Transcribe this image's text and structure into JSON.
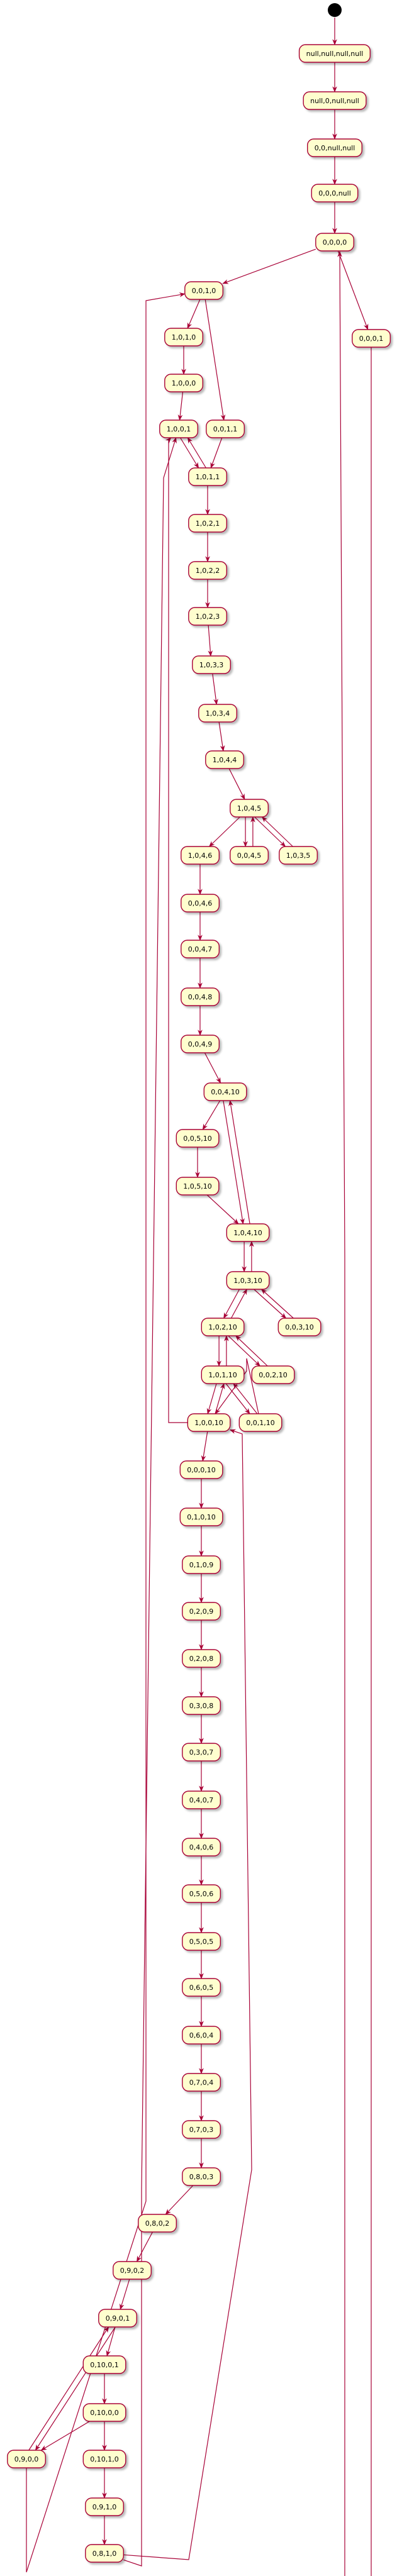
{
  "diagram": {
    "type": "state-diagram",
    "colors": {
      "node_fill": "#FEFECE",
      "node_stroke": "#A80036",
      "edge": "#A80036",
      "start": "#000000"
    },
    "nodes": [
      {
        "id": "n0",
        "label": "null,null,null,null"
      },
      {
        "id": "n1",
        "label": "null,0,null,null"
      },
      {
        "id": "n2",
        "label": "0,0,null,null"
      },
      {
        "id": "n3",
        "label": "0,0,0,null"
      },
      {
        "id": "n4",
        "label": "0,0,0,0"
      },
      {
        "id": "n5",
        "label": "0,0,1,0"
      },
      {
        "id": "n6",
        "label": "0,0,0,1"
      },
      {
        "id": "n7",
        "label": "1,0,1,0"
      },
      {
        "id": "n8",
        "label": "1,0,0,0"
      },
      {
        "id": "n9",
        "label": "1,0,0,1"
      },
      {
        "id": "n10",
        "label": "0,0,1,1"
      },
      {
        "id": "n11",
        "label": "1,0,1,1"
      },
      {
        "id": "n12",
        "label": "1,0,2,1"
      },
      {
        "id": "n13",
        "label": "1,0,2,2"
      },
      {
        "id": "n14",
        "label": "1,0,2,3"
      },
      {
        "id": "n15",
        "label": "1,0,3,3"
      },
      {
        "id": "n16",
        "label": "1,0,3,4"
      },
      {
        "id": "n17",
        "label": "1,0,4,4"
      },
      {
        "id": "n18",
        "label": "1,0,4,5"
      },
      {
        "id": "n19",
        "label": "1,0,4,6"
      },
      {
        "id": "n20",
        "label": "0,0,4,5"
      },
      {
        "id": "n21",
        "label": "1,0,3,5"
      },
      {
        "id": "n22",
        "label": "0,0,4,6"
      },
      {
        "id": "n23",
        "label": "0,0,4,7"
      },
      {
        "id": "n24",
        "label": "0,0,4,8"
      },
      {
        "id": "n25",
        "label": "0,0,4,9"
      },
      {
        "id": "n26",
        "label": "0,0,4,10"
      },
      {
        "id": "n27",
        "label": "0,0,5,10"
      },
      {
        "id": "n28",
        "label": "1,0,5,10"
      },
      {
        "id": "n29",
        "label": "1,0,4,10"
      },
      {
        "id": "n30",
        "label": "1,0,3,10"
      },
      {
        "id": "n31",
        "label": "0,0,3,10"
      },
      {
        "id": "n32",
        "label": "1,0,2,10"
      },
      {
        "id": "n33",
        "label": "0,0,2,10"
      },
      {
        "id": "n34",
        "label": "1,0,1,10"
      },
      {
        "id": "n35",
        "label": "0,0,1,10"
      },
      {
        "id": "n36",
        "label": "1,0,0,10"
      },
      {
        "id": "n37",
        "label": "0,0,0,10"
      },
      {
        "id": "n38",
        "label": "0,1,0,10"
      },
      {
        "id": "n39",
        "label": "0,1,0,9"
      },
      {
        "id": "n40",
        "label": "0,2,0,9"
      },
      {
        "id": "n41",
        "label": "0,2,0,8"
      },
      {
        "id": "n42",
        "label": "0,3,0,8"
      },
      {
        "id": "n43",
        "label": "0,3,0,7"
      },
      {
        "id": "n44",
        "label": "0,4,0,7"
      },
      {
        "id": "n45",
        "label": "0,4,0,6"
      },
      {
        "id": "n46",
        "label": "0,5,0,6"
      },
      {
        "id": "n47",
        "label": "0,5,0,5"
      },
      {
        "id": "n48",
        "label": "0,6,0,5"
      },
      {
        "id": "n49",
        "label": "0,6,0,4"
      },
      {
        "id": "n50",
        "label": "0,7,0,4"
      },
      {
        "id": "n51",
        "label": "0,7,0,3"
      },
      {
        "id": "n52",
        "label": "0,8,0,3"
      },
      {
        "id": "n53",
        "label": "0,8,0,2"
      },
      {
        "id": "n54",
        "label": "0,9,0,2"
      },
      {
        "id": "n55",
        "label": "0,9,0,1"
      },
      {
        "id": "n56",
        "label": "0,10,0,1"
      },
      {
        "id": "n57",
        "label": "0,10,0,0"
      },
      {
        "id": "n58",
        "label": "0,9,0,0"
      },
      {
        "id": "n59",
        "label": "0,10,1,0"
      },
      {
        "id": "n60",
        "label": "0,9,1,0"
      },
      {
        "id": "n61",
        "label": "0,8,1,0"
      }
    ]
  }
}
